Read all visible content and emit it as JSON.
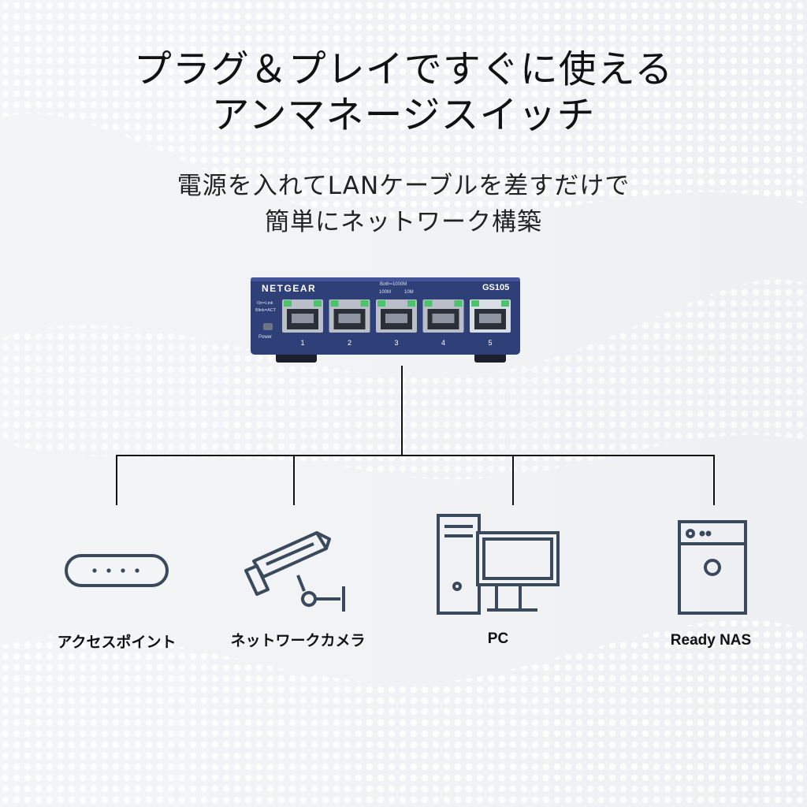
{
  "headline": {
    "line1": "プラグ＆プレイですぐに使える",
    "line2": "アンマネージスイッチ"
  },
  "subheadline": {
    "line1": "電源を入れてLANケーブルを差すだけで",
    "line2": "簡単にネットワーク構築"
  },
  "switch": {
    "brand": "NETGEAR",
    "model": "GS105",
    "speed_legend_top": "Both=1000M",
    "speed_legend_100": "100M",
    "speed_legend_10": "10M",
    "led_legend_1": "On=Link",
    "led_legend_2": "Blink=ACT",
    "power_label": "Power",
    "ports": [
      "1",
      "2",
      "3",
      "4",
      "5"
    ],
    "body_color": "#2f3f78",
    "led_color": "#49c46a"
  },
  "devices": [
    {
      "label": "アクセスポイント",
      "icon": "access-point-icon"
    },
    {
      "label": "ネットワークカメラ",
      "icon": "network-camera-icon"
    },
    {
      "label": "PC",
      "icon": "pc-icon"
    },
    {
      "label": "Ready NAS",
      "icon": "nas-icon"
    }
  ],
  "colors": {
    "icon_stroke": "#3a4a5c",
    "line": "#111111"
  }
}
